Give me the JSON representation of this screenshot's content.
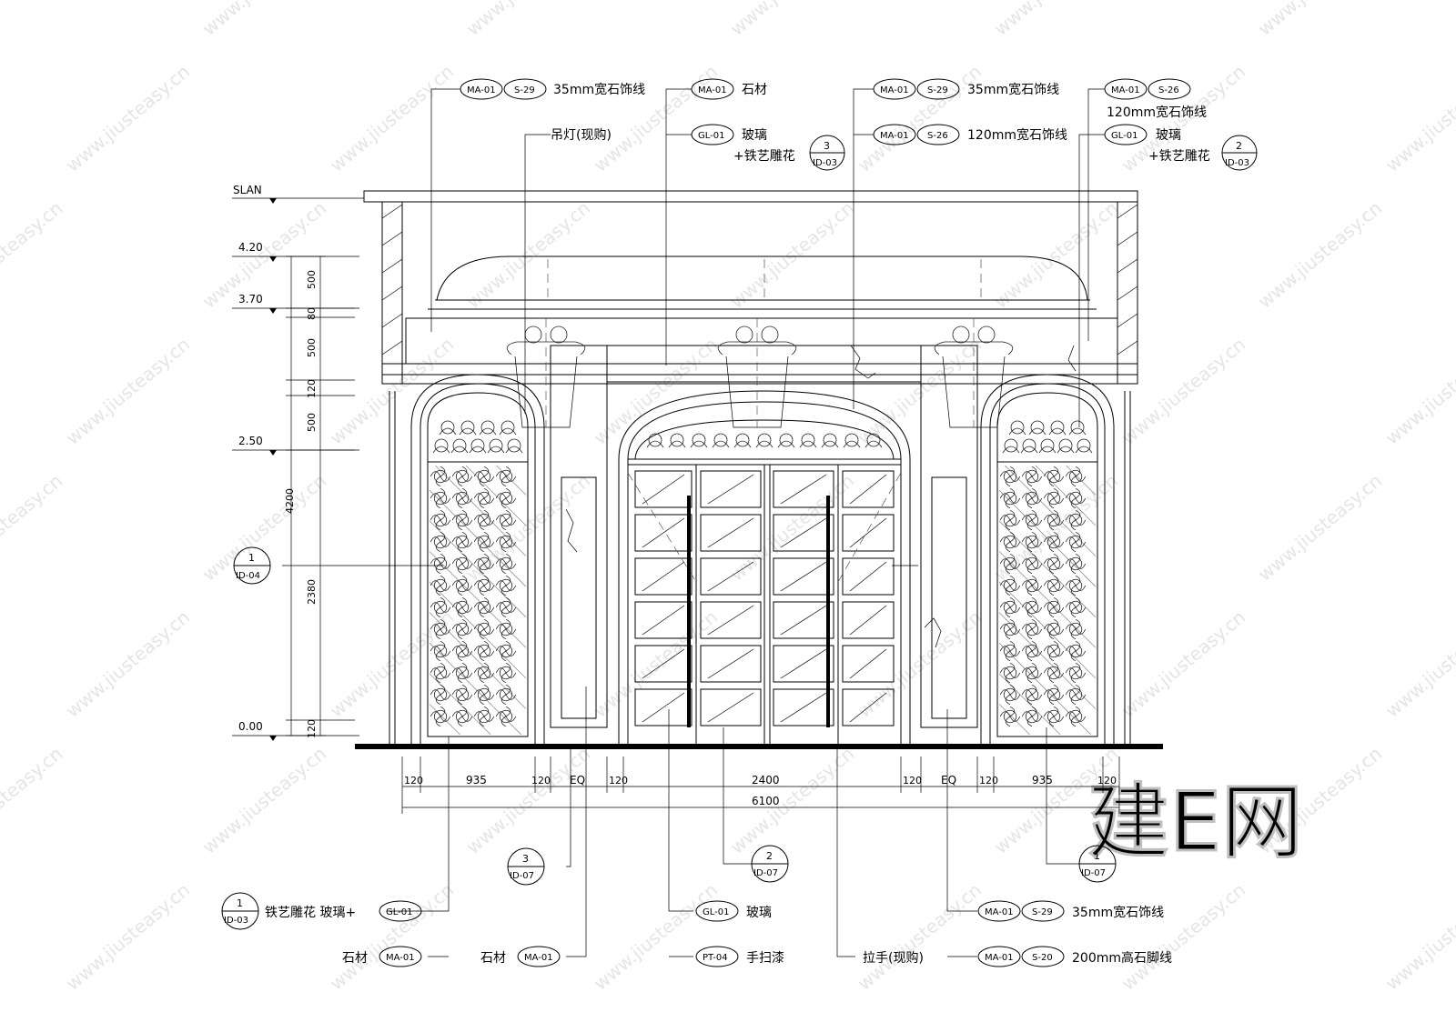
{
  "drawing": {
    "levels": [
      "SLAN",
      "4.20",
      "3.70",
      "2.50",
      "0.00"
    ],
    "vertical_dims": [
      "500",
      "80",
      "500",
      "120",
      "500",
      "4200",
      "2380",
      "120"
    ],
    "horizontal_dims": [
      "120",
      "935",
      "120",
      "EQ",
      "120",
      "2400",
      "120",
      "EQ",
      "120",
      "935",
      "120"
    ],
    "overall_width": "6100",
    "sections": [
      {
        "num": "3",
        "ref": "ID-03"
      },
      {
        "num": "2",
        "ref": "ID-03"
      },
      {
        "num": "1",
        "ref": "ID-04"
      },
      {
        "num": "3",
        "ref": "ID-07"
      },
      {
        "num": "2",
        "ref": "ID-07"
      },
      {
        "num": "1",
        "ref": "ID-07"
      },
      {
        "num": "1",
        "ref": "ID-03"
      }
    ],
    "labels": [
      {
        "codes": [
          "MA-01",
          "S-29"
        ],
        "text": "35mm宽石饰线"
      },
      {
        "codes": [
          "MA-01"
        ],
        "text": "石材"
      },
      {
        "codes": [
          "MA-01",
          "S-29"
        ],
        "text": "35mm宽石饰线"
      },
      {
        "codes": [
          "MA-01",
          "S-26"
        ],
        "text": "120mm宽石饰线"
      },
      {
        "codes": [],
        "text": "吊灯(现购)"
      },
      {
        "codes": [
          "GL-01"
        ],
        "text": "玻璃"
      },
      {
        "codes": [],
        "text": "+铁艺雕花"
      },
      {
        "codes": [
          "MA-01",
          "S-26"
        ],
        "text": "120mm宽石饰线"
      },
      {
        "codes": [
          "GL-01"
        ],
        "text": "玻璃"
      },
      {
        "codes": [],
        "text": "+铁艺雕花"
      },
      {
        "codes": [
          "GL-01"
        ],
        "text": "铁艺雕花 玻璃+"
      },
      {
        "codes": [
          "MA-01"
        ],
        "text": "石材"
      },
      {
        "codes": [
          "MA-01"
        ],
        "text": "石材"
      },
      {
        "codes": [
          "GL-01"
        ],
        "text": "玻璃"
      },
      {
        "codes": [
          "PT-04"
        ],
        "text": "手扫漆"
      },
      {
        "codes": [],
        "text": "拉手(现购)"
      },
      {
        "codes": [
          "MA-01",
          "S-29"
        ],
        "text": "35mm宽石饰线"
      },
      {
        "codes": [
          "MA-01",
          "S-20"
        ],
        "text": "200mm高石脚线"
      }
    ]
  },
  "watermark": {
    "logo": "建E网",
    "site": "www.jiusteasy.cn"
  }
}
